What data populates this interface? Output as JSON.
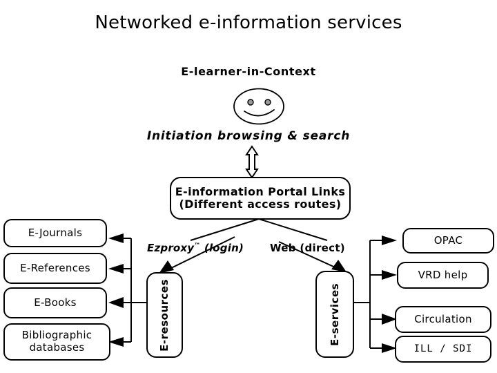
{
  "title": "Networked e-information services",
  "headings": {
    "learner": "E-learner-in-Context",
    "initiation": "Initiation browsing & search"
  },
  "face": {
    "icon": "smiley-face-icon",
    "eye_color": "#9a9a9a",
    "outline_color": "#000000"
  },
  "portal": {
    "line1": "E-information Portal Links",
    "line2": "(Different access routes)"
  },
  "branches": [
    {
      "name": "ezproxy",
      "label": "Ezproxy",
      "trademark": "™",
      "suffix": " (login)"
    },
    {
      "name": "web",
      "label": "Web (direct)"
    }
  ],
  "hubs": [
    {
      "name": "e-resources",
      "label": "E-resources"
    },
    {
      "name": "e-services",
      "label": "E-services"
    }
  ],
  "resources": [
    {
      "label": "E-Journals"
    },
    {
      "label": "E-References"
    },
    {
      "label": "E-Books"
    },
    {
      "label": "Bibliographic",
      "label2": "databases"
    }
  ],
  "services": [
    {
      "label": "OPAC"
    },
    {
      "label": "VRD help"
    },
    {
      "label": "Circulation"
    },
    {
      "label": "ILL / SDI"
    }
  ],
  "colors": {
    "stroke": "#000000",
    "fill": "#ffffff",
    "text": "#000000"
  }
}
